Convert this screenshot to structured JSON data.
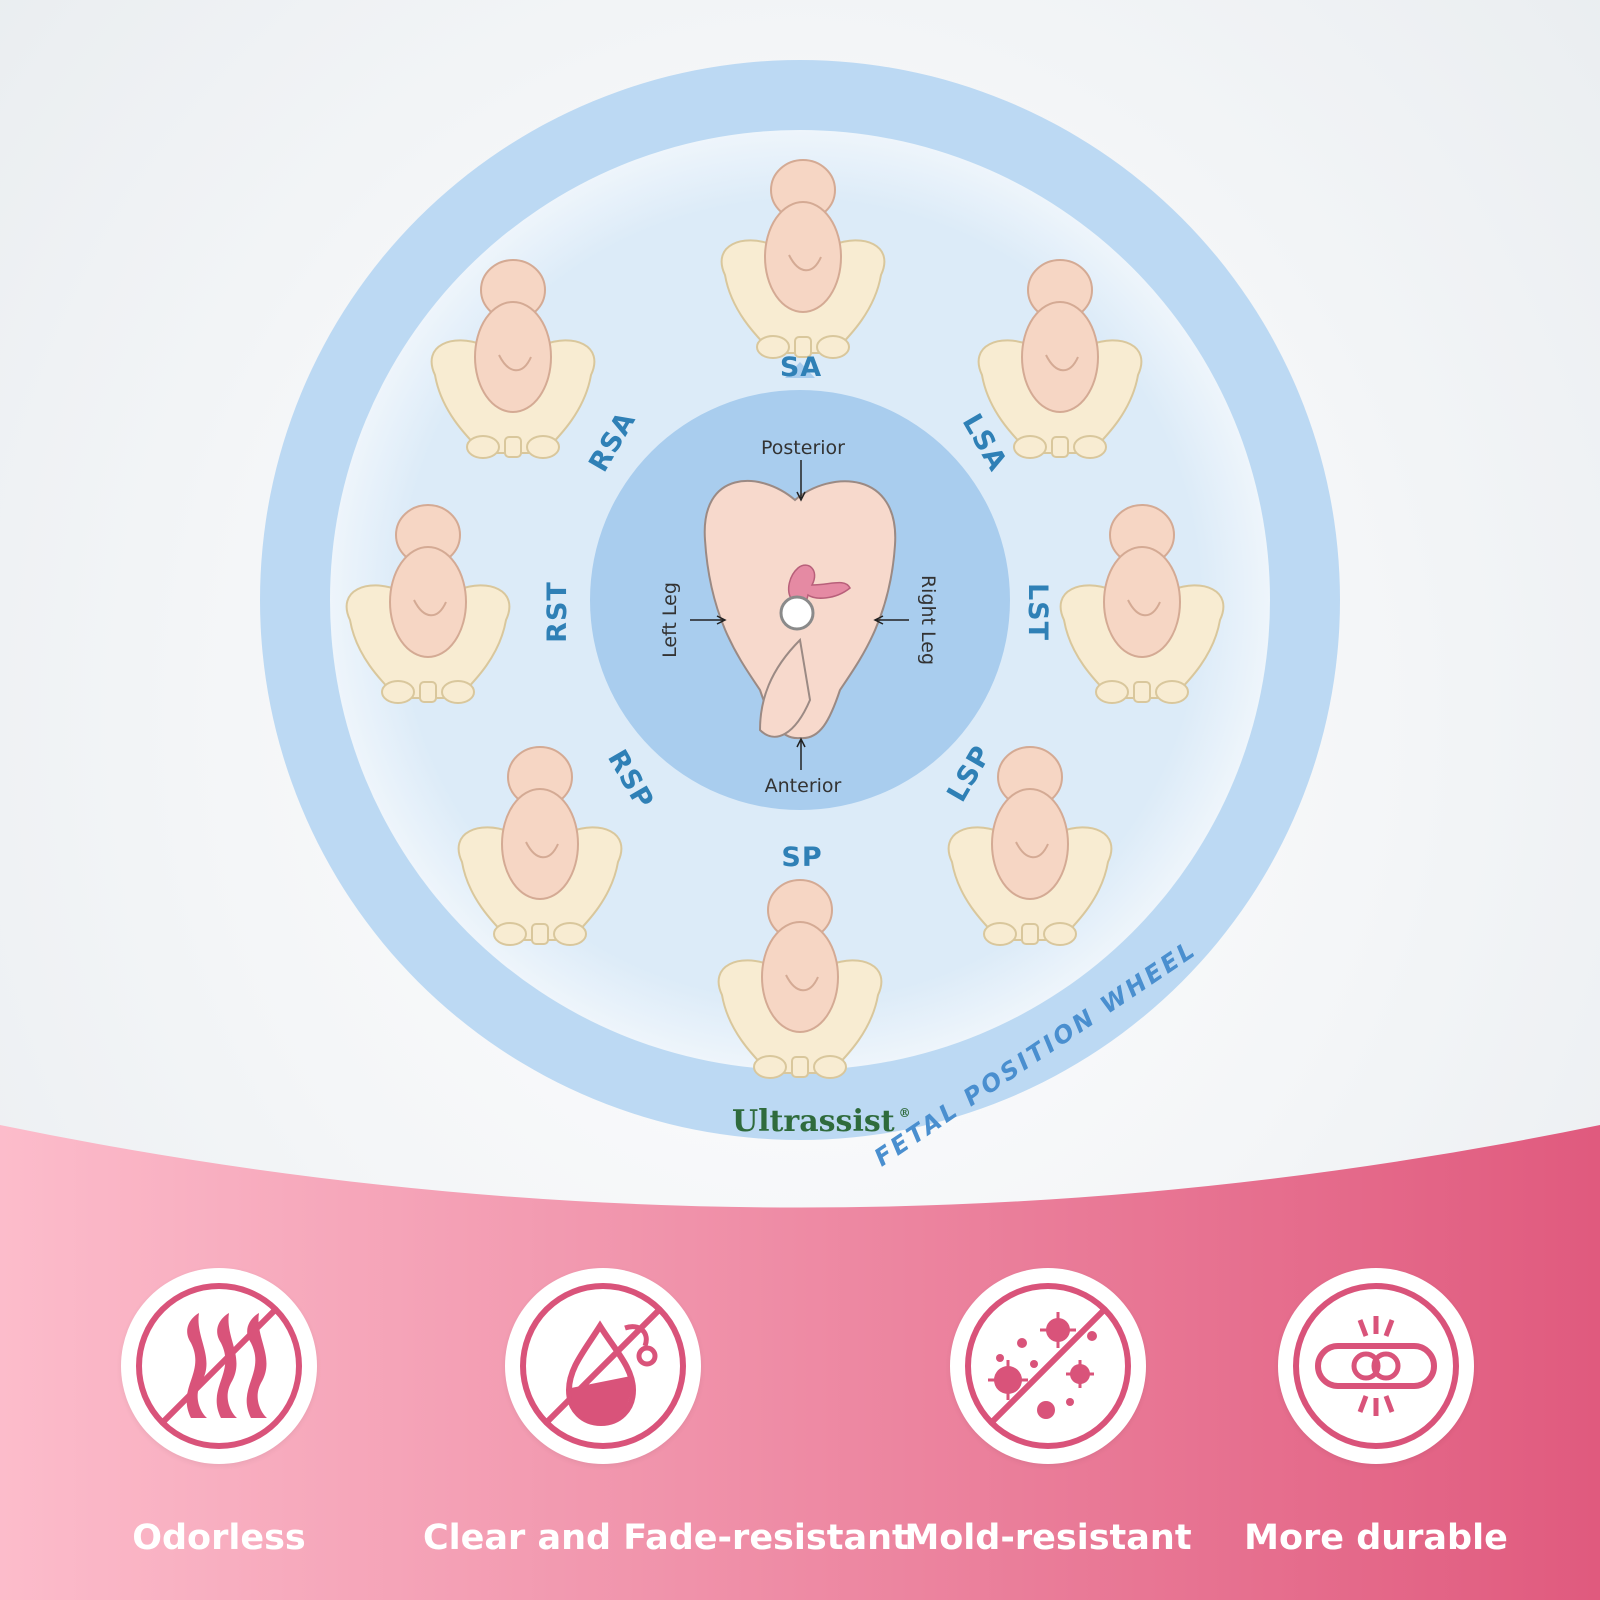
{
  "wheel": {
    "center": {
      "top": "Posterior",
      "bottom": "Anterior",
      "left": "Left Leg",
      "right": "Right Leg"
    },
    "positions": [
      "SA",
      "LSA",
      "LST",
      "LSP",
      "SP",
      "RSP",
      "RST",
      "RSA"
    ],
    "brand": "Ultrassist",
    "brand_mark": "®",
    "title": "FETAL POSITION WHEEL"
  },
  "features": [
    {
      "label": "Odorless",
      "icon": "no-odor-icon"
    },
    {
      "label": "Clear and Fade-resistant",
      "icon": "no-fade-icon"
    },
    {
      "label": "Mold-resistant",
      "icon": "no-mold-icon"
    },
    {
      "label": "More durable",
      "icon": "durable-icon"
    }
  ],
  "colors": {
    "ring": "#bcd9f3",
    "inner_disc": "#a9cdee",
    "label_blue": "#2f80b6",
    "pink_gradient_start": "#fcb9c8",
    "pink_gradient_end": "#e05a7e",
    "icon_pink": "#d9537a"
  }
}
